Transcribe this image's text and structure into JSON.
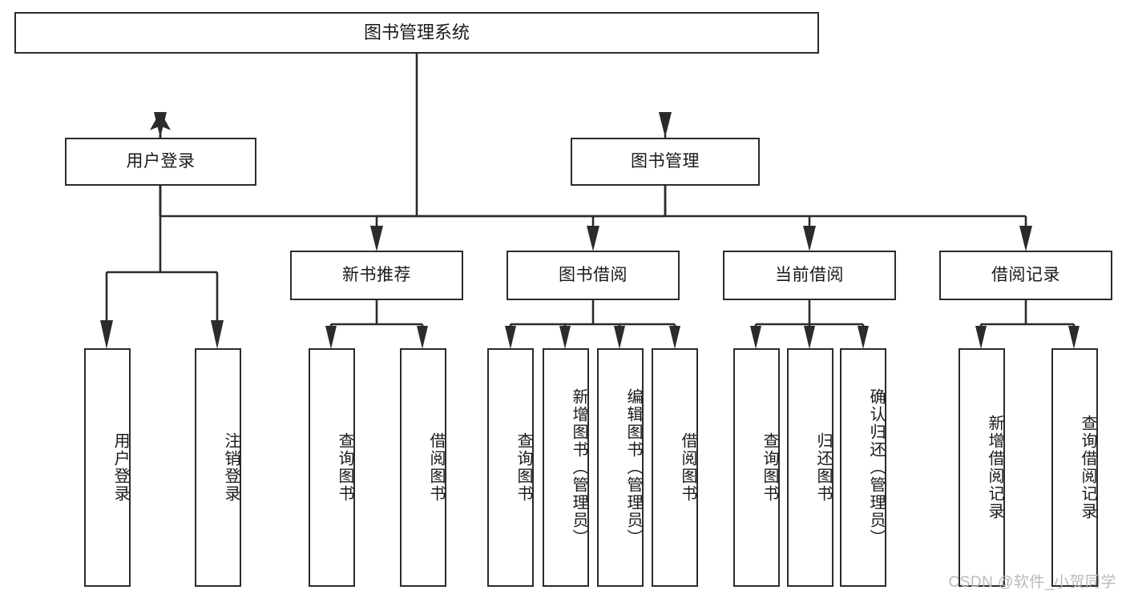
{
  "diagram": {
    "title": "图书管理系统",
    "type": "tree",
    "watermark": "CSDN @软件_小贺同学",
    "line_color": "#2b2b2b",
    "text_color": "#1a1a1a",
    "background": "#ffffff",
    "nodes": {
      "root": "图书管理系统",
      "l1": [
        "用户登录",
        "图书管理"
      ],
      "l2": [
        "新书推荐",
        "图书借阅",
        "当前借阅",
        "借阅记录"
      ],
      "leaf_user_login": [
        "用户登录",
        "注销登录"
      ],
      "leaf_new_book": [
        "查询图书",
        "借阅图书"
      ],
      "leaf_borrow": [
        "查询图书",
        "新增图书（管理员）",
        "编辑图书（管理员）",
        "借阅图书"
      ],
      "leaf_current": [
        "查询图书",
        "归还图书",
        "确认归还（管理员）"
      ],
      "leaf_record": [
        "新增借阅记录",
        "查询借阅记录"
      ]
    }
  }
}
